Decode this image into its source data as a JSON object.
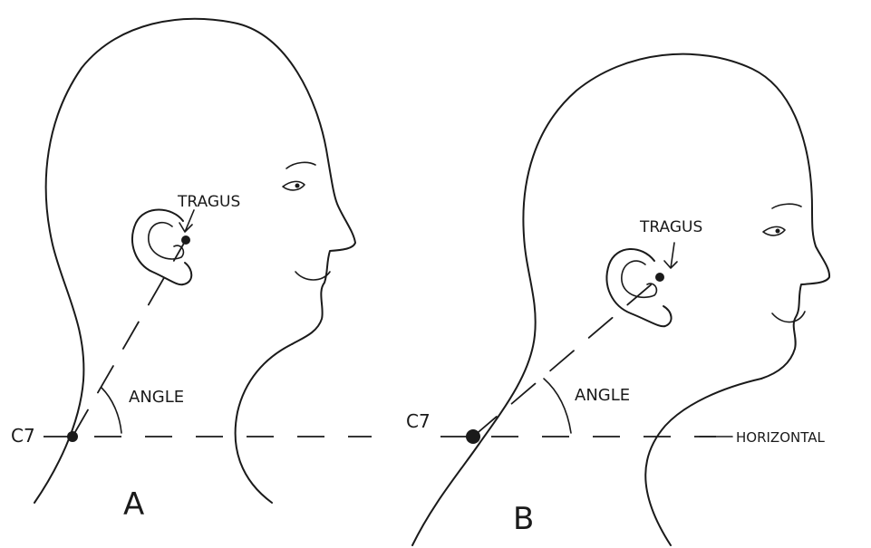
{
  "labels": {
    "tragus_a": "TRAGUS",
    "tragus_b": "TRAGUS",
    "angle_a": "ANGLE",
    "angle_b": "ANGLE",
    "c7_a": "C7",
    "c7_b": "C7",
    "horizontal": "HORIZONTAL",
    "panel_a": "A",
    "panel_b": "B"
  },
  "colors": {
    "ink": "#1a1a1a",
    "background": "#ffffff"
  }
}
